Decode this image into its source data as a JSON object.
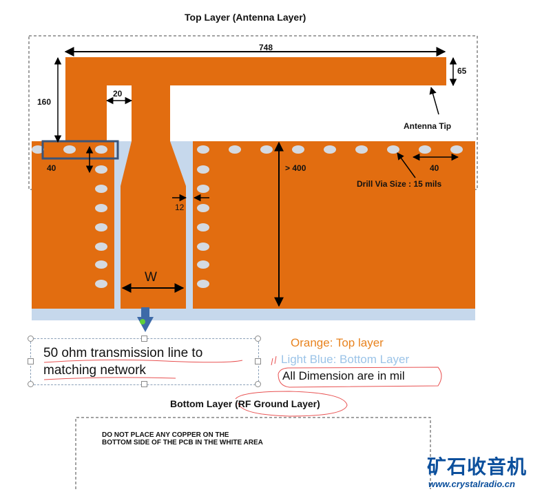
{
  "top_title": "Top Layer (Antenna Layer)",
  "dimensions": {
    "length": "748",
    "arm_thickness": "65",
    "height": "160",
    "gap": "20",
    "via_pitch_left": "40",
    "via_pitch_right": "40",
    "ground_height": "> 400",
    "clearance": "12",
    "trace_width": "W"
  },
  "labels": {
    "antenna_tip": "Antenna Tip",
    "drill_via": "Drill Via Size : 15 mils"
  },
  "textbox": {
    "line1": "50 ohm transmission line to",
    "line2": "matching network"
  },
  "legend": {
    "orange": "Orange: Top layer",
    "blue": "Light Blue: Bottom Layer",
    "units": "All Dimension are in mil"
  },
  "bottom_title": "Bottom Layer (RF Ground Layer)",
  "warning": {
    "line1": "DO NOT PLACE ANY COPPER ON THE",
    "line2": "BOTTOM SIDE OF THE PCB IN THE WHITE AREA"
  },
  "watermark": {
    "chinese": "矿石收音机",
    "url": "www.crystalradio.cn"
  },
  "colors": {
    "top_copper": "#e26d10",
    "bottom_copper": "#c6d8ec",
    "via": "#d4dae2",
    "logo": "#0b4f9c"
  }
}
